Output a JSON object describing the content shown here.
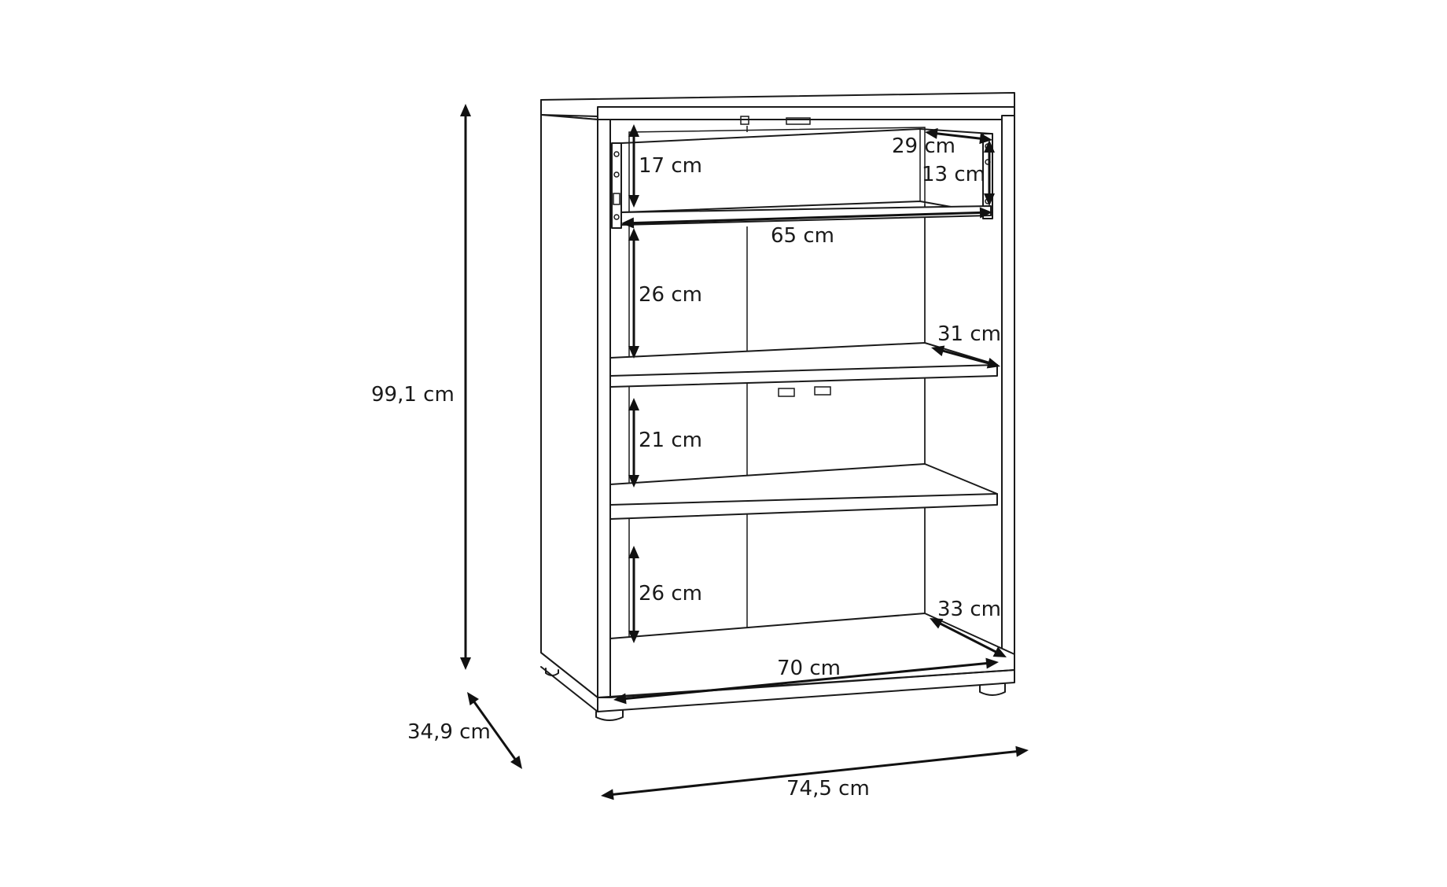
{
  "labels": {
    "height_total": "99,1 cm",
    "depth_total": "34,9 cm",
    "width_total": "74,5 cm",
    "top_compartment_height": "17 cm",
    "top_compartment_depth": "29 cm",
    "top_compartment_inner_height": "13 cm",
    "top_compartment_width": "65 cm",
    "second_compartment_height": "26 cm",
    "shelf_depth_upper": "31 cm",
    "third_compartment_height": "21 cm",
    "bottom_compartment_height": "26 cm",
    "bottom_depth": "33 cm",
    "bottom_inner_width": "70 cm"
  },
  "colors": {
    "line": "#1a1a1a",
    "background": "#ffffff"
  }
}
